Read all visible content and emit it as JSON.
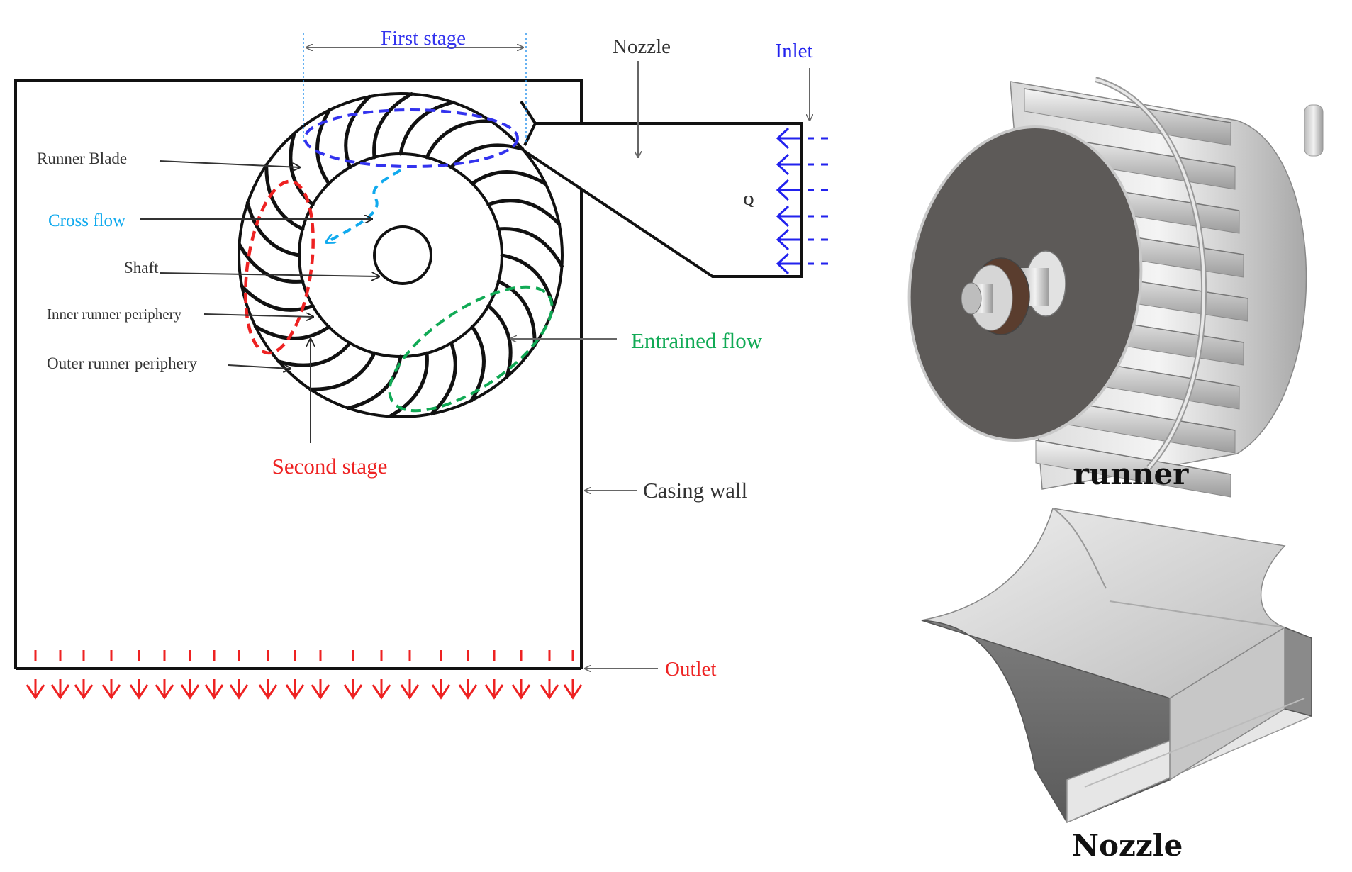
{
  "labels": {
    "first_stage": "First stage",
    "nozzle": "Nozzle",
    "inlet": "Inlet",
    "runner_blade": "Runner Blade",
    "cross_flow": "Cross flow",
    "shaft": "Shaft",
    "inner_periphery": "Inner runner periphery",
    "outer_periphery": "Outer runner periphery",
    "entrained_flow": "Entrained flow",
    "second_stage": "Second stage",
    "casing_wall": "Casing wall",
    "outlet": "Outlet",
    "q": "Q"
  },
  "captions": {
    "runner": "runner",
    "nozzle": "Nozzle"
  },
  "colors": {
    "first_stage": "#3333ee",
    "cross_flow": "#11aaee",
    "second_stage": "#ee2222",
    "entrained_flow": "#11aa55",
    "inlet": "#2222ee",
    "outlet": "#ee2222",
    "leader": "#666666",
    "line": "#111111"
  }
}
